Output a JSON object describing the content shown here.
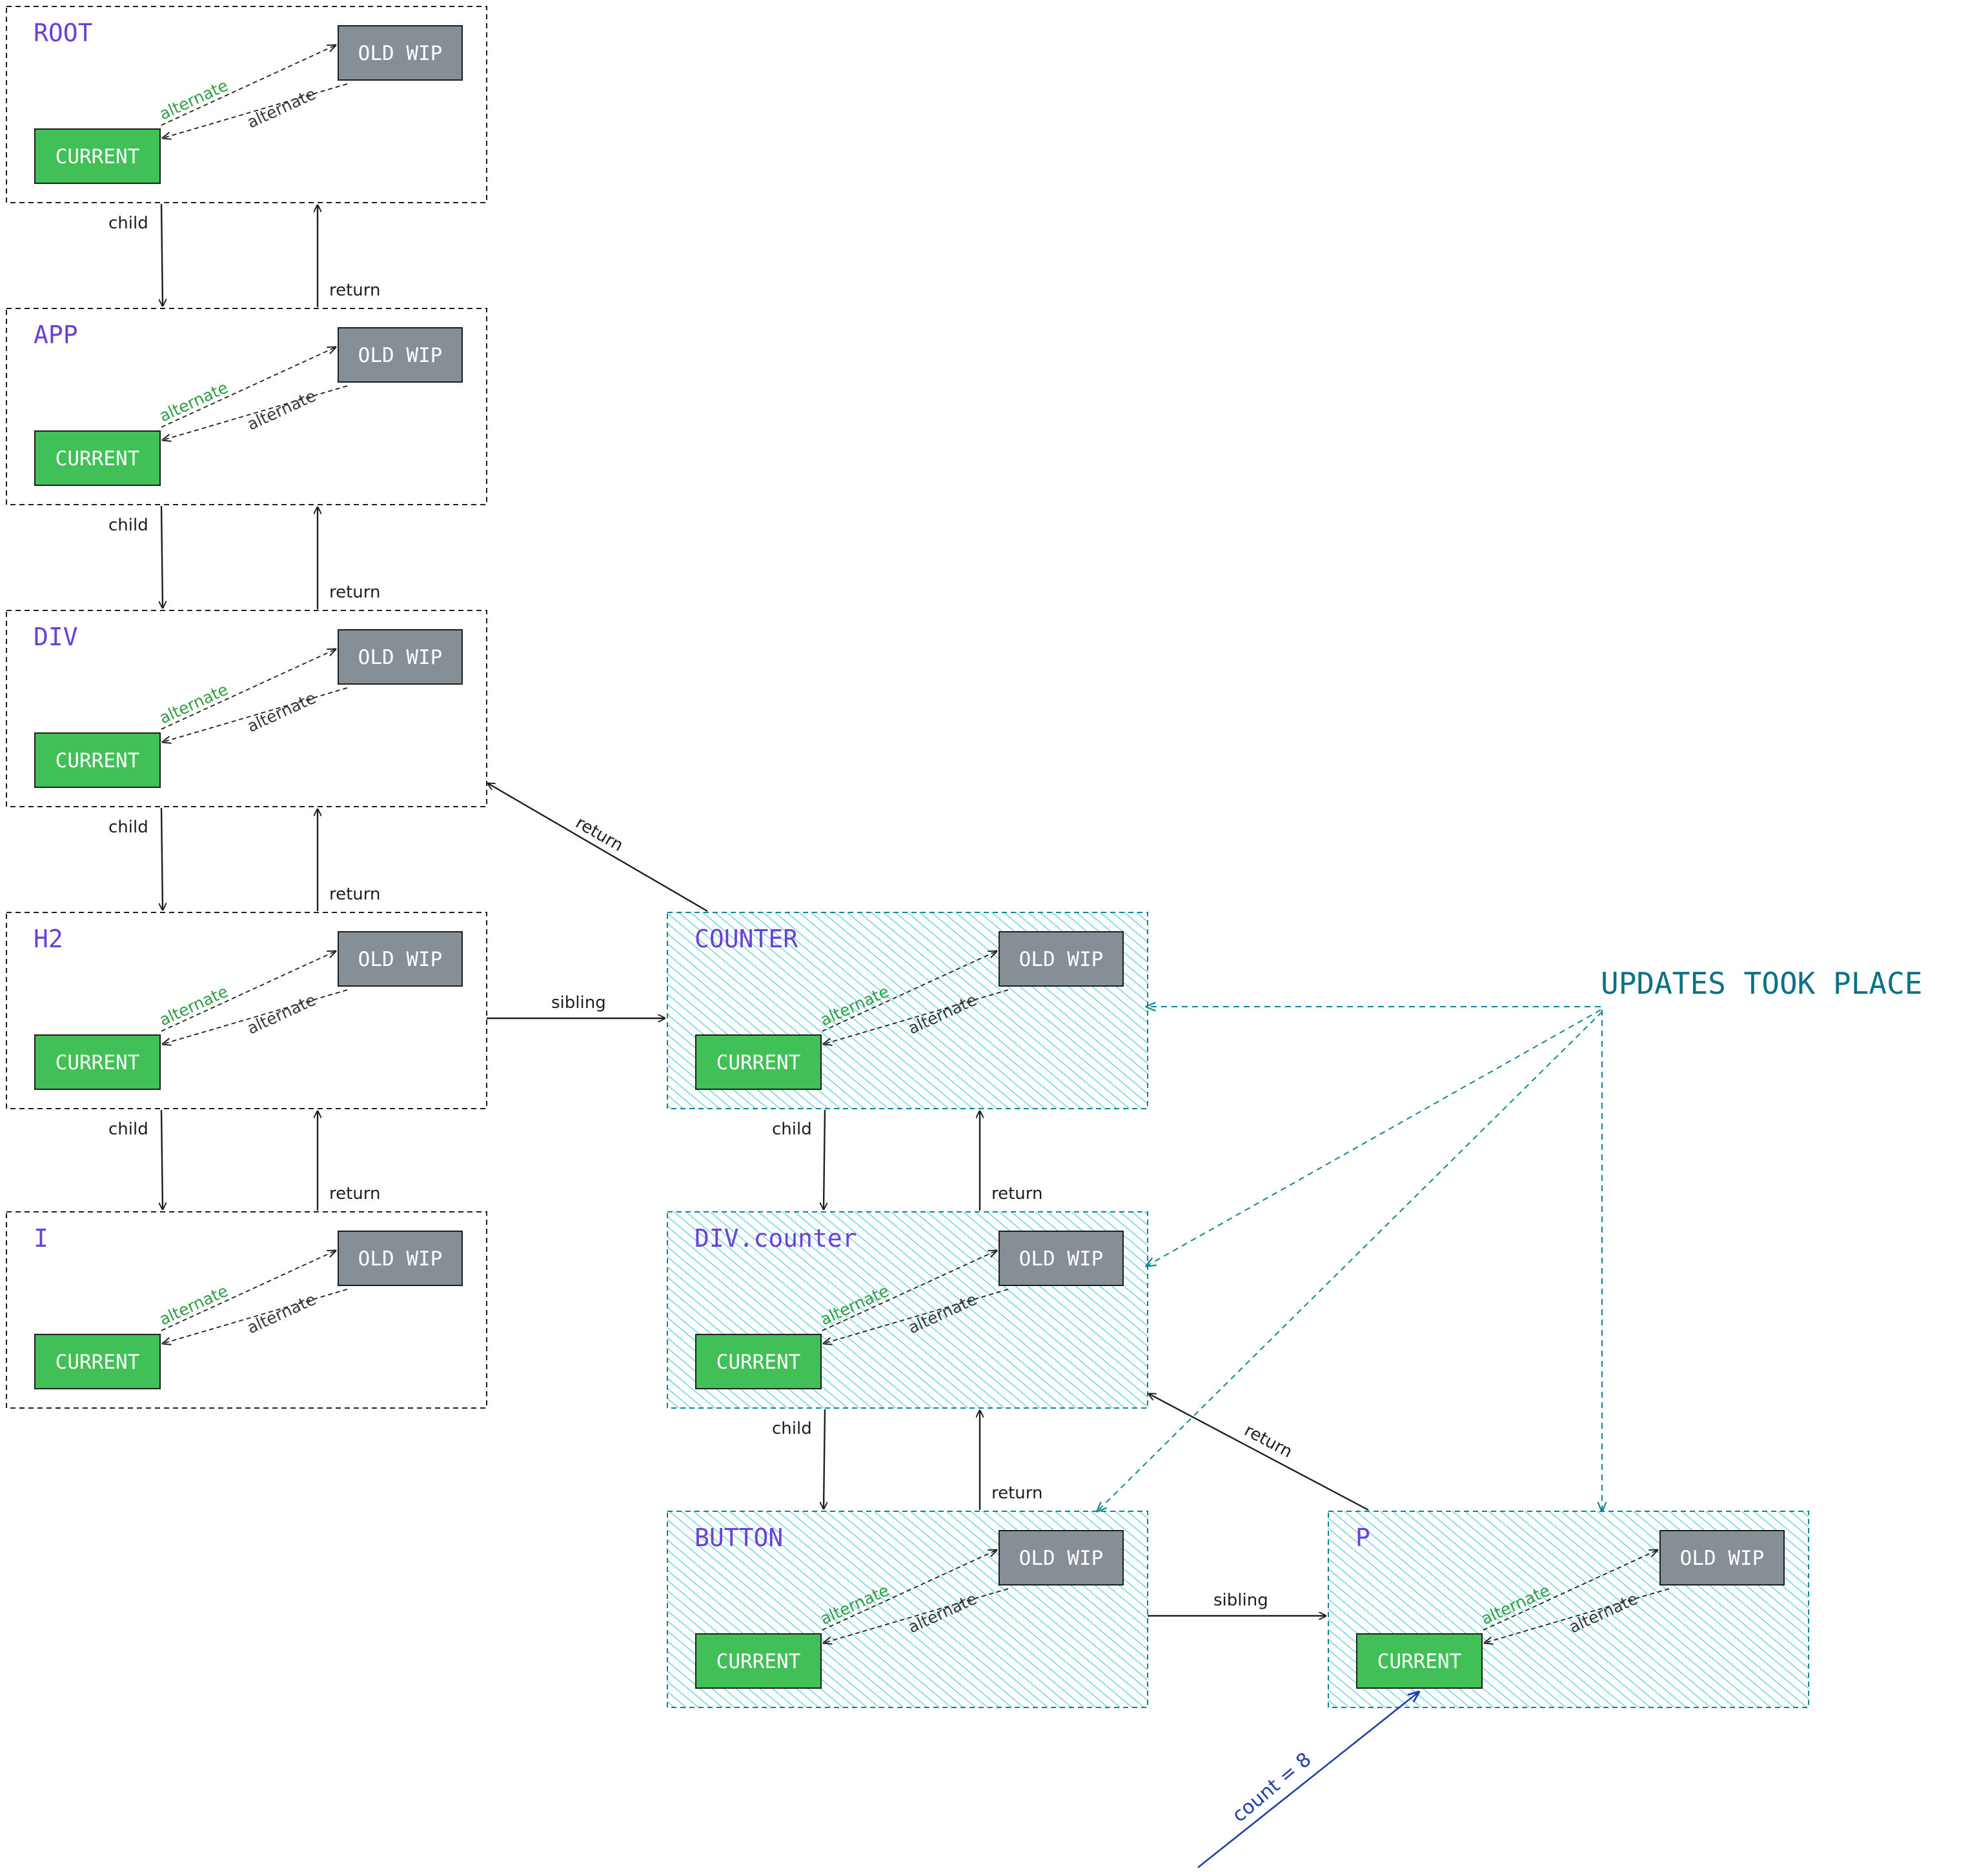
{
  "labels": {
    "current": "CURRENT",
    "old_wip": "OLD WIP",
    "alternate": "alternate",
    "child": "child",
    "return": "return",
    "sibling": "sibling"
  },
  "nodes": [
    {
      "id": "root",
      "title": "ROOT",
      "updated": false
    },
    {
      "id": "app",
      "title": "APP",
      "updated": false
    },
    {
      "id": "div",
      "title": "DIV",
      "updated": false
    },
    {
      "id": "h2",
      "title": "H2",
      "updated": false
    },
    {
      "id": "i",
      "title": "I",
      "updated": false
    },
    {
      "id": "counter",
      "title": "COUNTER",
      "updated": true
    },
    {
      "id": "divcounter",
      "title": "DIV.counter",
      "updated": true
    },
    {
      "id": "button",
      "title": "BUTTON",
      "updated": true
    },
    {
      "id": "p",
      "title": "P",
      "updated": true
    }
  ],
  "updates_label": "UPDATES TOOK PLACE",
  "count_label": "count = 8",
  "colors": {
    "current": "#40c057",
    "old_wip": "#868e96",
    "title": "#6741d9",
    "updated_outline": "#0c8599",
    "updated_text": "#0b7285",
    "count_arrow": "#1c3faa",
    "alternate_label": "#2f9e44"
  }
}
